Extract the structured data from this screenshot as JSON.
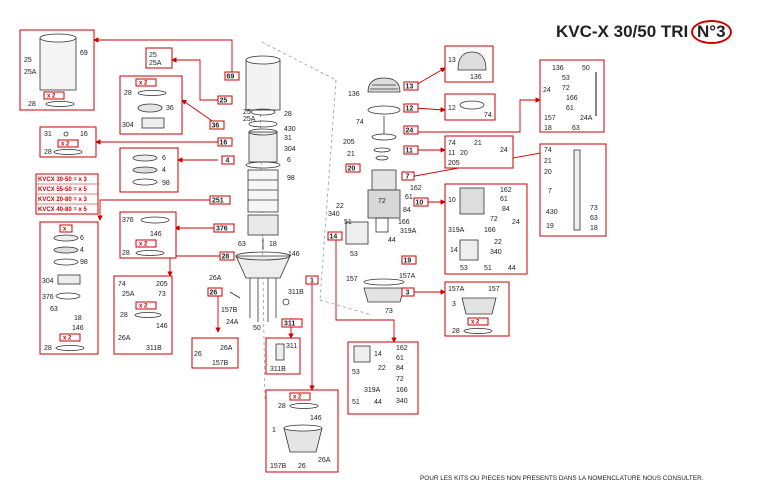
{
  "title": {
    "main": "KVC-X 30/50 TRI",
    "number": "N°3"
  },
  "footer": "POUR LES KITS OU PIECES NON PRESENTS DANS LA NOMENCLATURE NOUS CONSULTER.",
  "kit_qty": "x 2",
  "kit_x": "x",
  "colors": {
    "accent": "#cc0000",
    "line": "#222222"
  },
  "models": [
    "KVCX 30-50 = x 3",
    "KVCX 55-50 = x 5",
    "KVCX 20-80 = x 3",
    "KVCX 40-80 = x 5"
  ],
  "callouts": [
    "69",
    "25",
    "16",
    "4",
    "251",
    "376",
    "28",
    "26",
    "1",
    "311",
    "13",
    "12",
    "24",
    "11",
    "20",
    "7",
    "10",
    "19",
    "3",
    "14"
  ],
  "left_labels": [
    "25",
    "25A",
    "28",
    "430",
    "31",
    "304",
    "6",
    "98",
    "63",
    "18",
    "146",
    "26A",
    "157B",
    "311B",
    "24A",
    "50"
  ],
  "center_labels": [
    "136",
    "74",
    "205",
    "21",
    "162",
    "61",
    "84",
    "72",
    "22",
    "340",
    "51",
    "166",
    "319A",
    "44",
    "53",
    "157",
    "157A",
    "73"
  ],
  "boxes": {
    "b69": [
      "25",
      "25A",
      "69",
      "28"
    ],
    "b25": [
      "25",
      "25A"
    ],
    "b36": [
      "28",
      "36",
      "304"
    ],
    "b16": [
      "31",
      "16",
      "28"
    ],
    "b4": [
      "6",
      "4",
      "98"
    ],
    "bstack": [
      "6",
      "4",
      "98",
      "304",
      "376",
      "63",
      "18",
      "146",
      "28"
    ],
    "b376": [
      "376",
      "146",
      "28"
    ],
    "b28": [
      "74",
      "205",
      "25A",
      "73",
      "28",
      "146",
      "26A",
      "311B"
    ],
    "b26": [
      "26",
      "26A",
      "157B"
    ],
    "b311": [
      "311",
      "311B"
    ],
    "b1": [
      "28",
      "146",
      "1",
      "157B",
      "26",
      "26A"
    ],
    "b13": [
      "13",
      "136"
    ],
    "b12": [
      "12",
      "74"
    ],
    "bright24": [
      "50",
      "136",
      "53",
      "72",
      "24",
      "166",
      "61",
      "157",
      "24A",
      "18",
      "63"
    ],
    "b11": [
      "74",
      "21",
      "24",
      "11",
      "20",
      "205"
    ],
    "b7": [
      "74",
      "21",
      "20",
      "7",
      "430",
      "73",
      "63",
      "19",
      "18"
    ],
    "b10": [
      "10",
      "162",
      "61",
      "84",
      "72",
      "319A",
      "166",
      "22",
      "340",
      "14",
      "24",
      "53",
      "51",
      "44"
    ],
    "b3": [
      "157A",
      "157",
      "3",
      "28"
    ],
    "b14": [
      "14",
      "162",
      "61",
      "22",
      "53",
      "84",
      "72",
      "319A",
      "166",
      "51",
      "44",
      "340"
    ]
  }
}
